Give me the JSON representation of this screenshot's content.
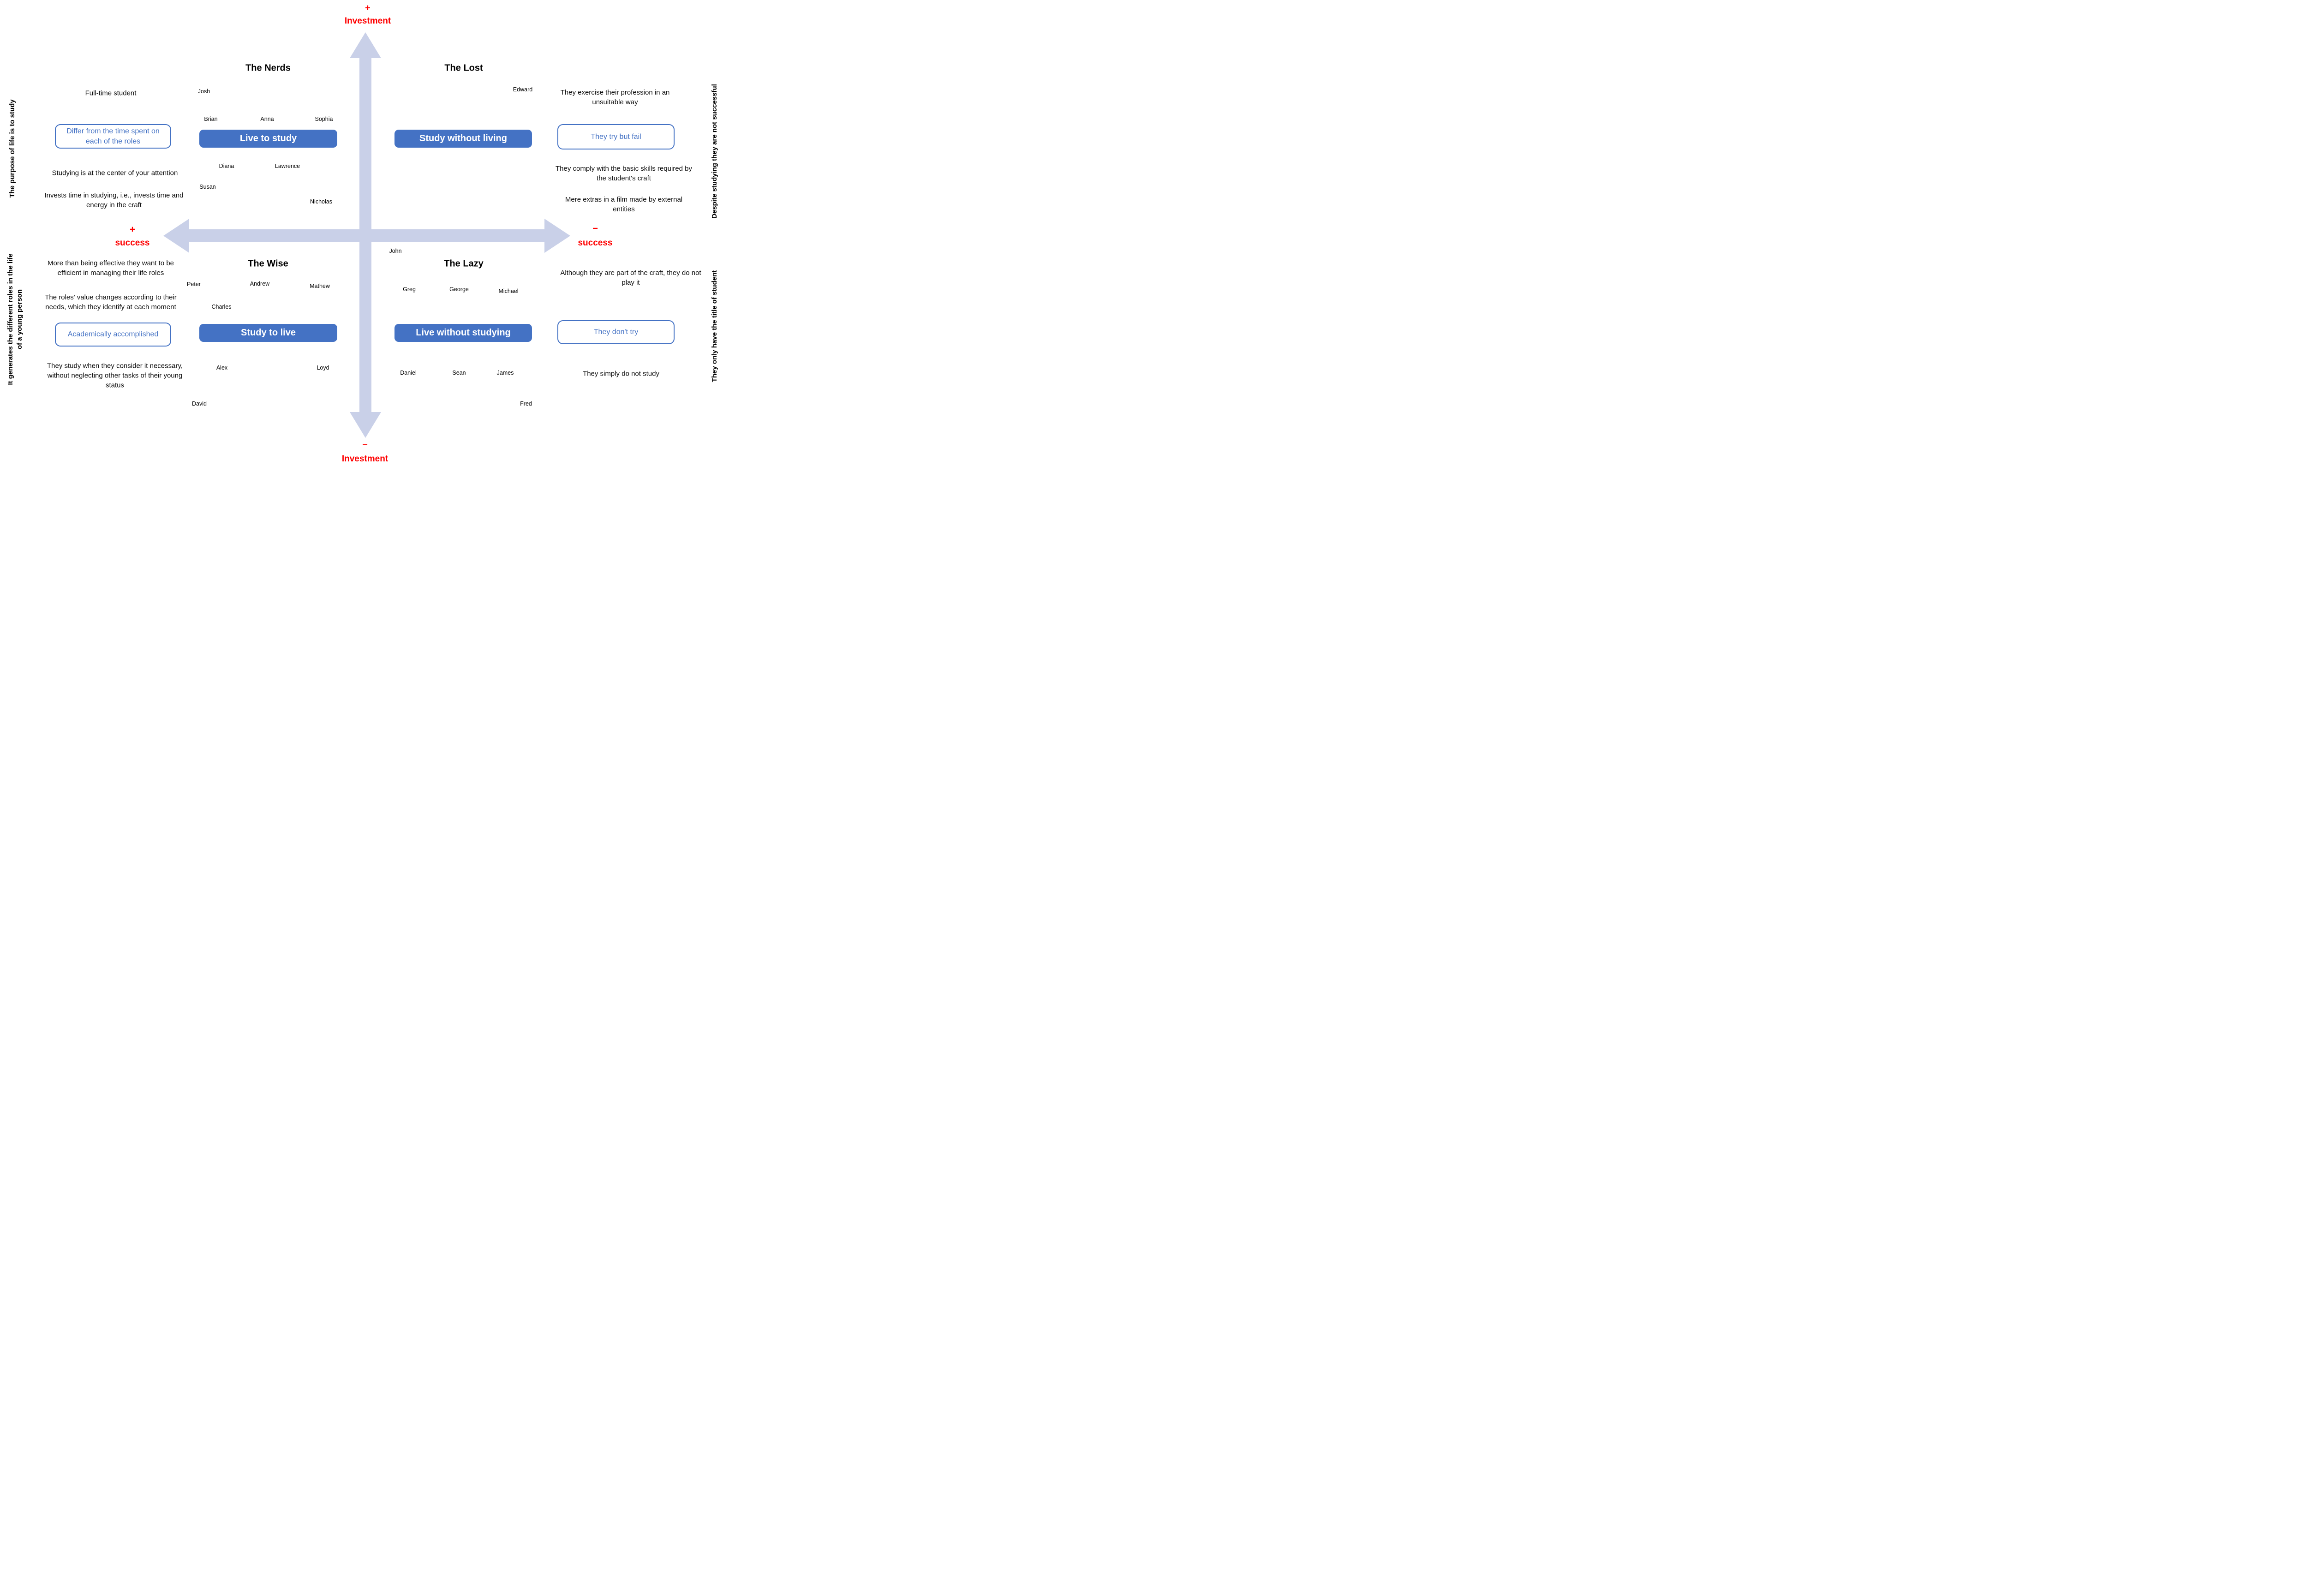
{
  "axes": {
    "vertical": {
      "positive_sign": "+",
      "negative_sign": "−",
      "label_top": "Investment",
      "label_bottom": "Investment"
    },
    "horizontal": {
      "positive_sign": "+",
      "negative_sign": "−",
      "label_left": "success",
      "label_right": "success"
    }
  },
  "side_labels": {
    "left_top": "The purpose of life is to study",
    "left_bottom_line1": "It generates the different roles in the life",
    "left_bottom_line2": "of a young person",
    "right_top": "Despite studying they are not successful",
    "right_bottom": "They only have the title of student"
  },
  "quadrants": {
    "nerds": {
      "title": "The Nerds",
      "slogan": "Live to study",
      "callout": "Differ from the time spent on each of the roles",
      "note_top": "Full-time student",
      "note_mid": "Studying is at the center of your attention",
      "note_bottom": "Invests time in studying, i.e., invests time and energy in the craft",
      "names": [
        "Josh",
        "Brian",
        "Anna",
        "Sophia",
        "Diana",
        "Lawrence",
        "Susan",
        "Nicholas"
      ]
    },
    "lost": {
      "title": "The Lost",
      "slogan": "Study without living",
      "callout": "They try but fail",
      "note_top": "They exercise their profession in an unsuitable way",
      "note_mid": "They comply with the basic skills required by the student's craft",
      "note_bottom": "Mere extras in a film made by external entities",
      "names": [
        "Edward"
      ]
    },
    "wise": {
      "title": "The Wise",
      "slogan": "Study to live",
      "callout": "Academically accomplished",
      "note_top": "More than being effective they want to be efficient in managing their life roles",
      "note_mid": "The roles' value changes according to their needs, which they identify  at each moment",
      "note_bottom": "They study when they consider it necessary, without neglecting other tasks of their young status",
      "names": [
        "Peter",
        "Andrew",
        "Mathew",
        "Charles",
        "Alex",
        "Loyd",
        "David"
      ]
    },
    "lazy": {
      "title": "The Lazy",
      "slogan": "Live without studying",
      "callout": "They don't try",
      "note_top": "Although they are part of the craft, they do not play it",
      "note_bottom": "They simply do not study",
      "names": [
        "John",
        "Greg",
        "George",
        "Michael",
        "Daniel",
        "Sean",
        "James",
        "Fred"
      ]
    }
  },
  "colors": {
    "accent_blue": "#4472C4",
    "axis_red": "#FF0000",
    "arrow_fill": "#C9D0E8"
  }
}
